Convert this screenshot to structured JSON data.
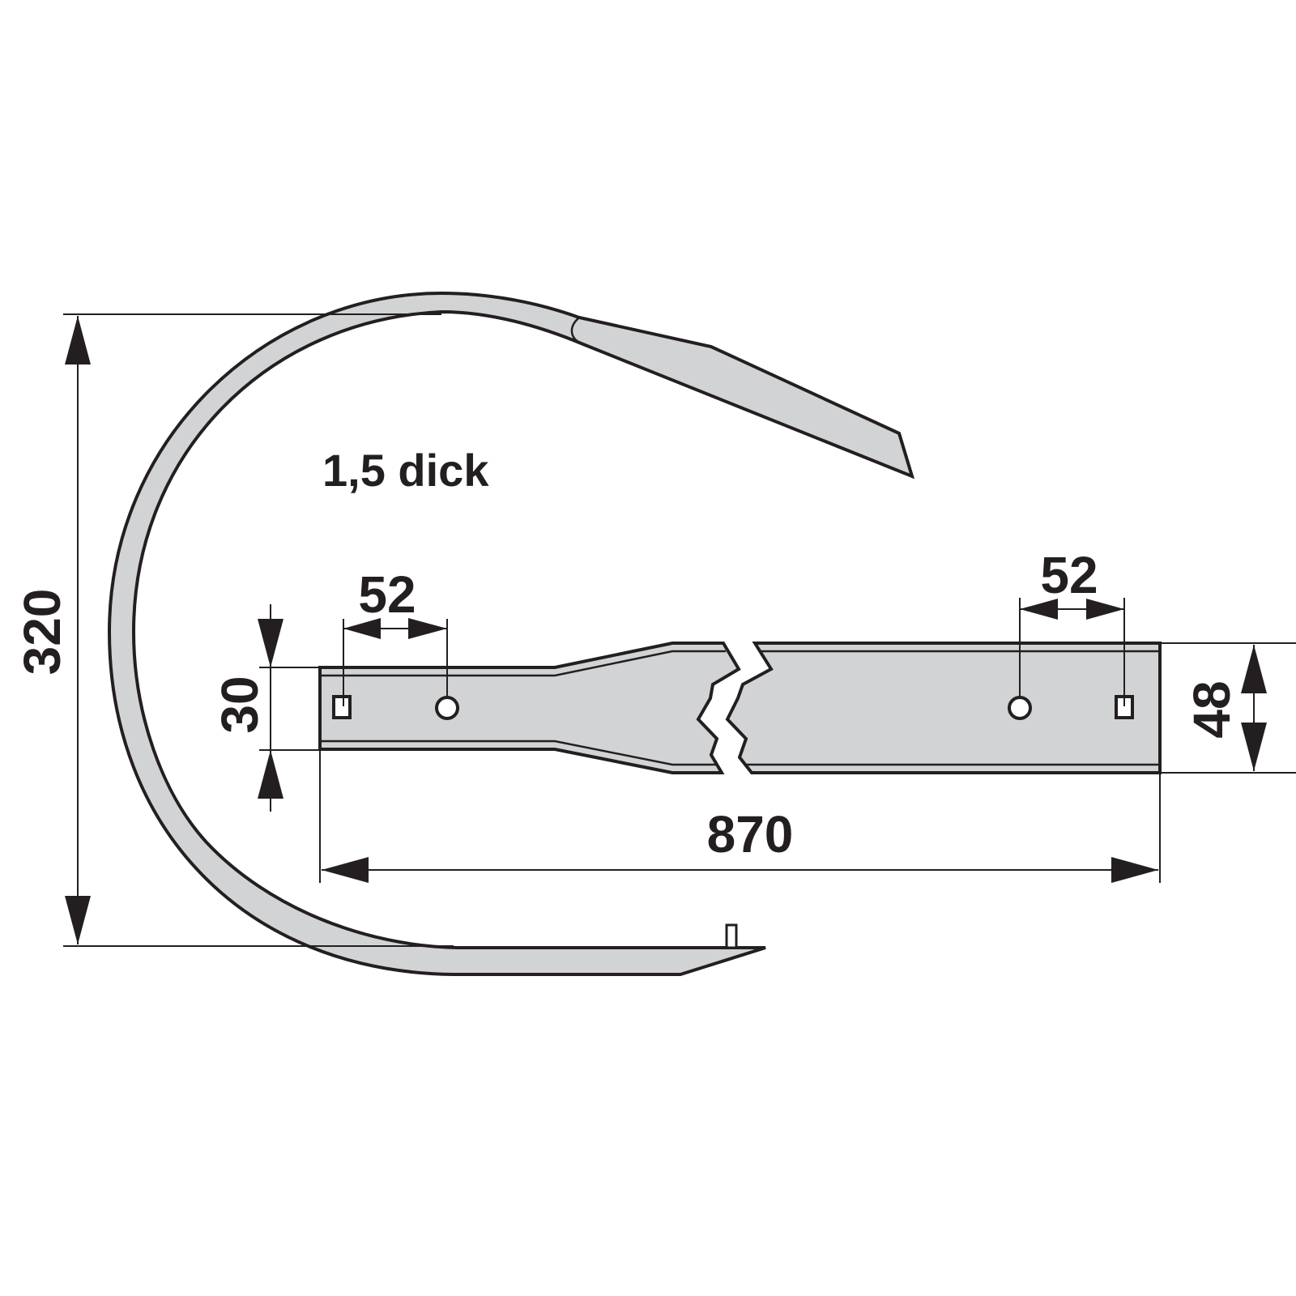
{
  "drawing": {
    "note": "1,5 dick",
    "dimensions": {
      "height_overall": "320",
      "width_narrow": "30",
      "hole_spacing_left": "52",
      "hole_spacing_right": "52",
      "width_wide": "48",
      "length": "870"
    },
    "colors": {
      "fill": "#d1d3d4",
      "line": "#231f20"
    }
  }
}
